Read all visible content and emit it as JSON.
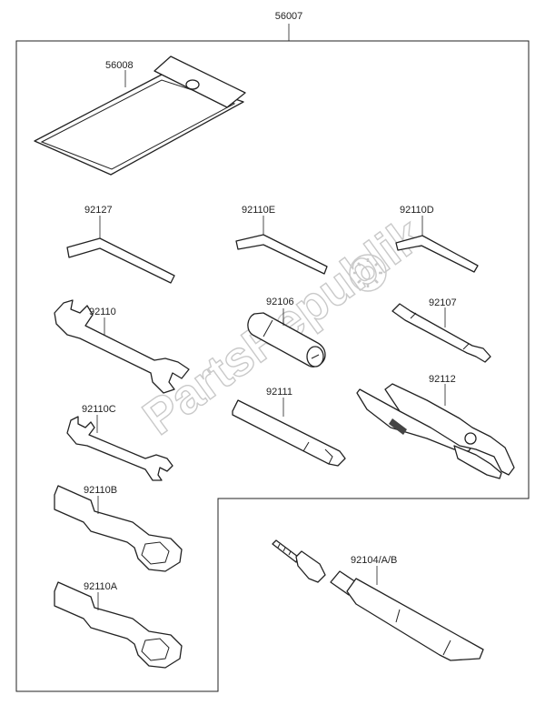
{
  "assembly": {
    "part_number": "56007"
  },
  "watermark": {
    "text": "PartsRepublik",
    "color": "#c9c9c9"
  },
  "parts": {
    "tool_bag": {
      "part_number": "56008"
    },
    "hex_key_large": {
      "part_number": "92127"
    },
    "hex_key_medium": {
      "part_number": "92110E"
    },
    "hex_key_small": {
      "part_number": "92110D"
    },
    "open_end_wrench_large": {
      "part_number": "92110"
    },
    "socket_handle": {
      "part_number": "92106"
    },
    "screwdriver": {
      "part_number": "92107"
    },
    "open_end_wrench_small": {
      "part_number": "92110C"
    },
    "extension_bar": {
      "part_number": "92111"
    },
    "pliers": {
      "part_number": "92112"
    },
    "ring_wrench_upper": {
      "part_number": "92110B"
    },
    "ring_wrench_lower": {
      "part_number": "92110A"
    },
    "grease_tube": {
      "part_number": "92104/A/B"
    }
  }
}
